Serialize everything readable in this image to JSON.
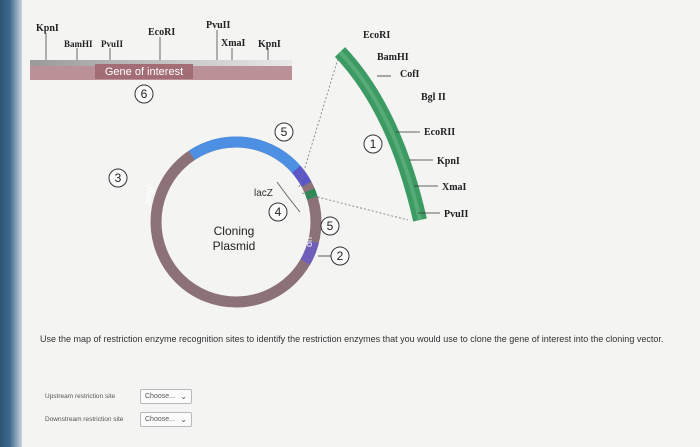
{
  "figure": {
    "gene": {
      "label": "Gene of interest",
      "sites": [
        "KpnI",
        "BamHI",
        "PvuII",
        "EcoRI",
        "PvuII",
        "XmaI",
        "KpnI"
      ]
    },
    "vector_fragment": {
      "sites": [
        "EcoRI",
        "BamHI",
        "CofI",
        "Bgl II",
        "EcoRII",
        "KpnI",
        "XmaI",
        "PvuII"
      ]
    },
    "plasmid": {
      "name_line1": "Cloning",
      "name_line2": "Plasmid",
      "amp_label": "ampᴿ",
      "lacz_label": "lacZ",
      "ori_label": "ori"
    },
    "callouts": [
      "1",
      "2",
      "3",
      "4",
      "5",
      "5",
      "6"
    ]
  },
  "question": {
    "text": "Use the map of restriction enzyme recognition sites to identify the restriction enzymes that you would use to clone the gene of interest into the cloning vector."
  },
  "form": {
    "upstream_label": "Upstream restriction site",
    "upstream_value": "Choose...",
    "downstream_label": "Downstream restriction site",
    "downstream_value": "Choose..."
  },
  "colors": {
    "accent": "#2d8a57",
    "plasmid_ring": "#8a6f74",
    "amp": "#4a8ee0",
    "left_edge": "#2c5372"
  }
}
